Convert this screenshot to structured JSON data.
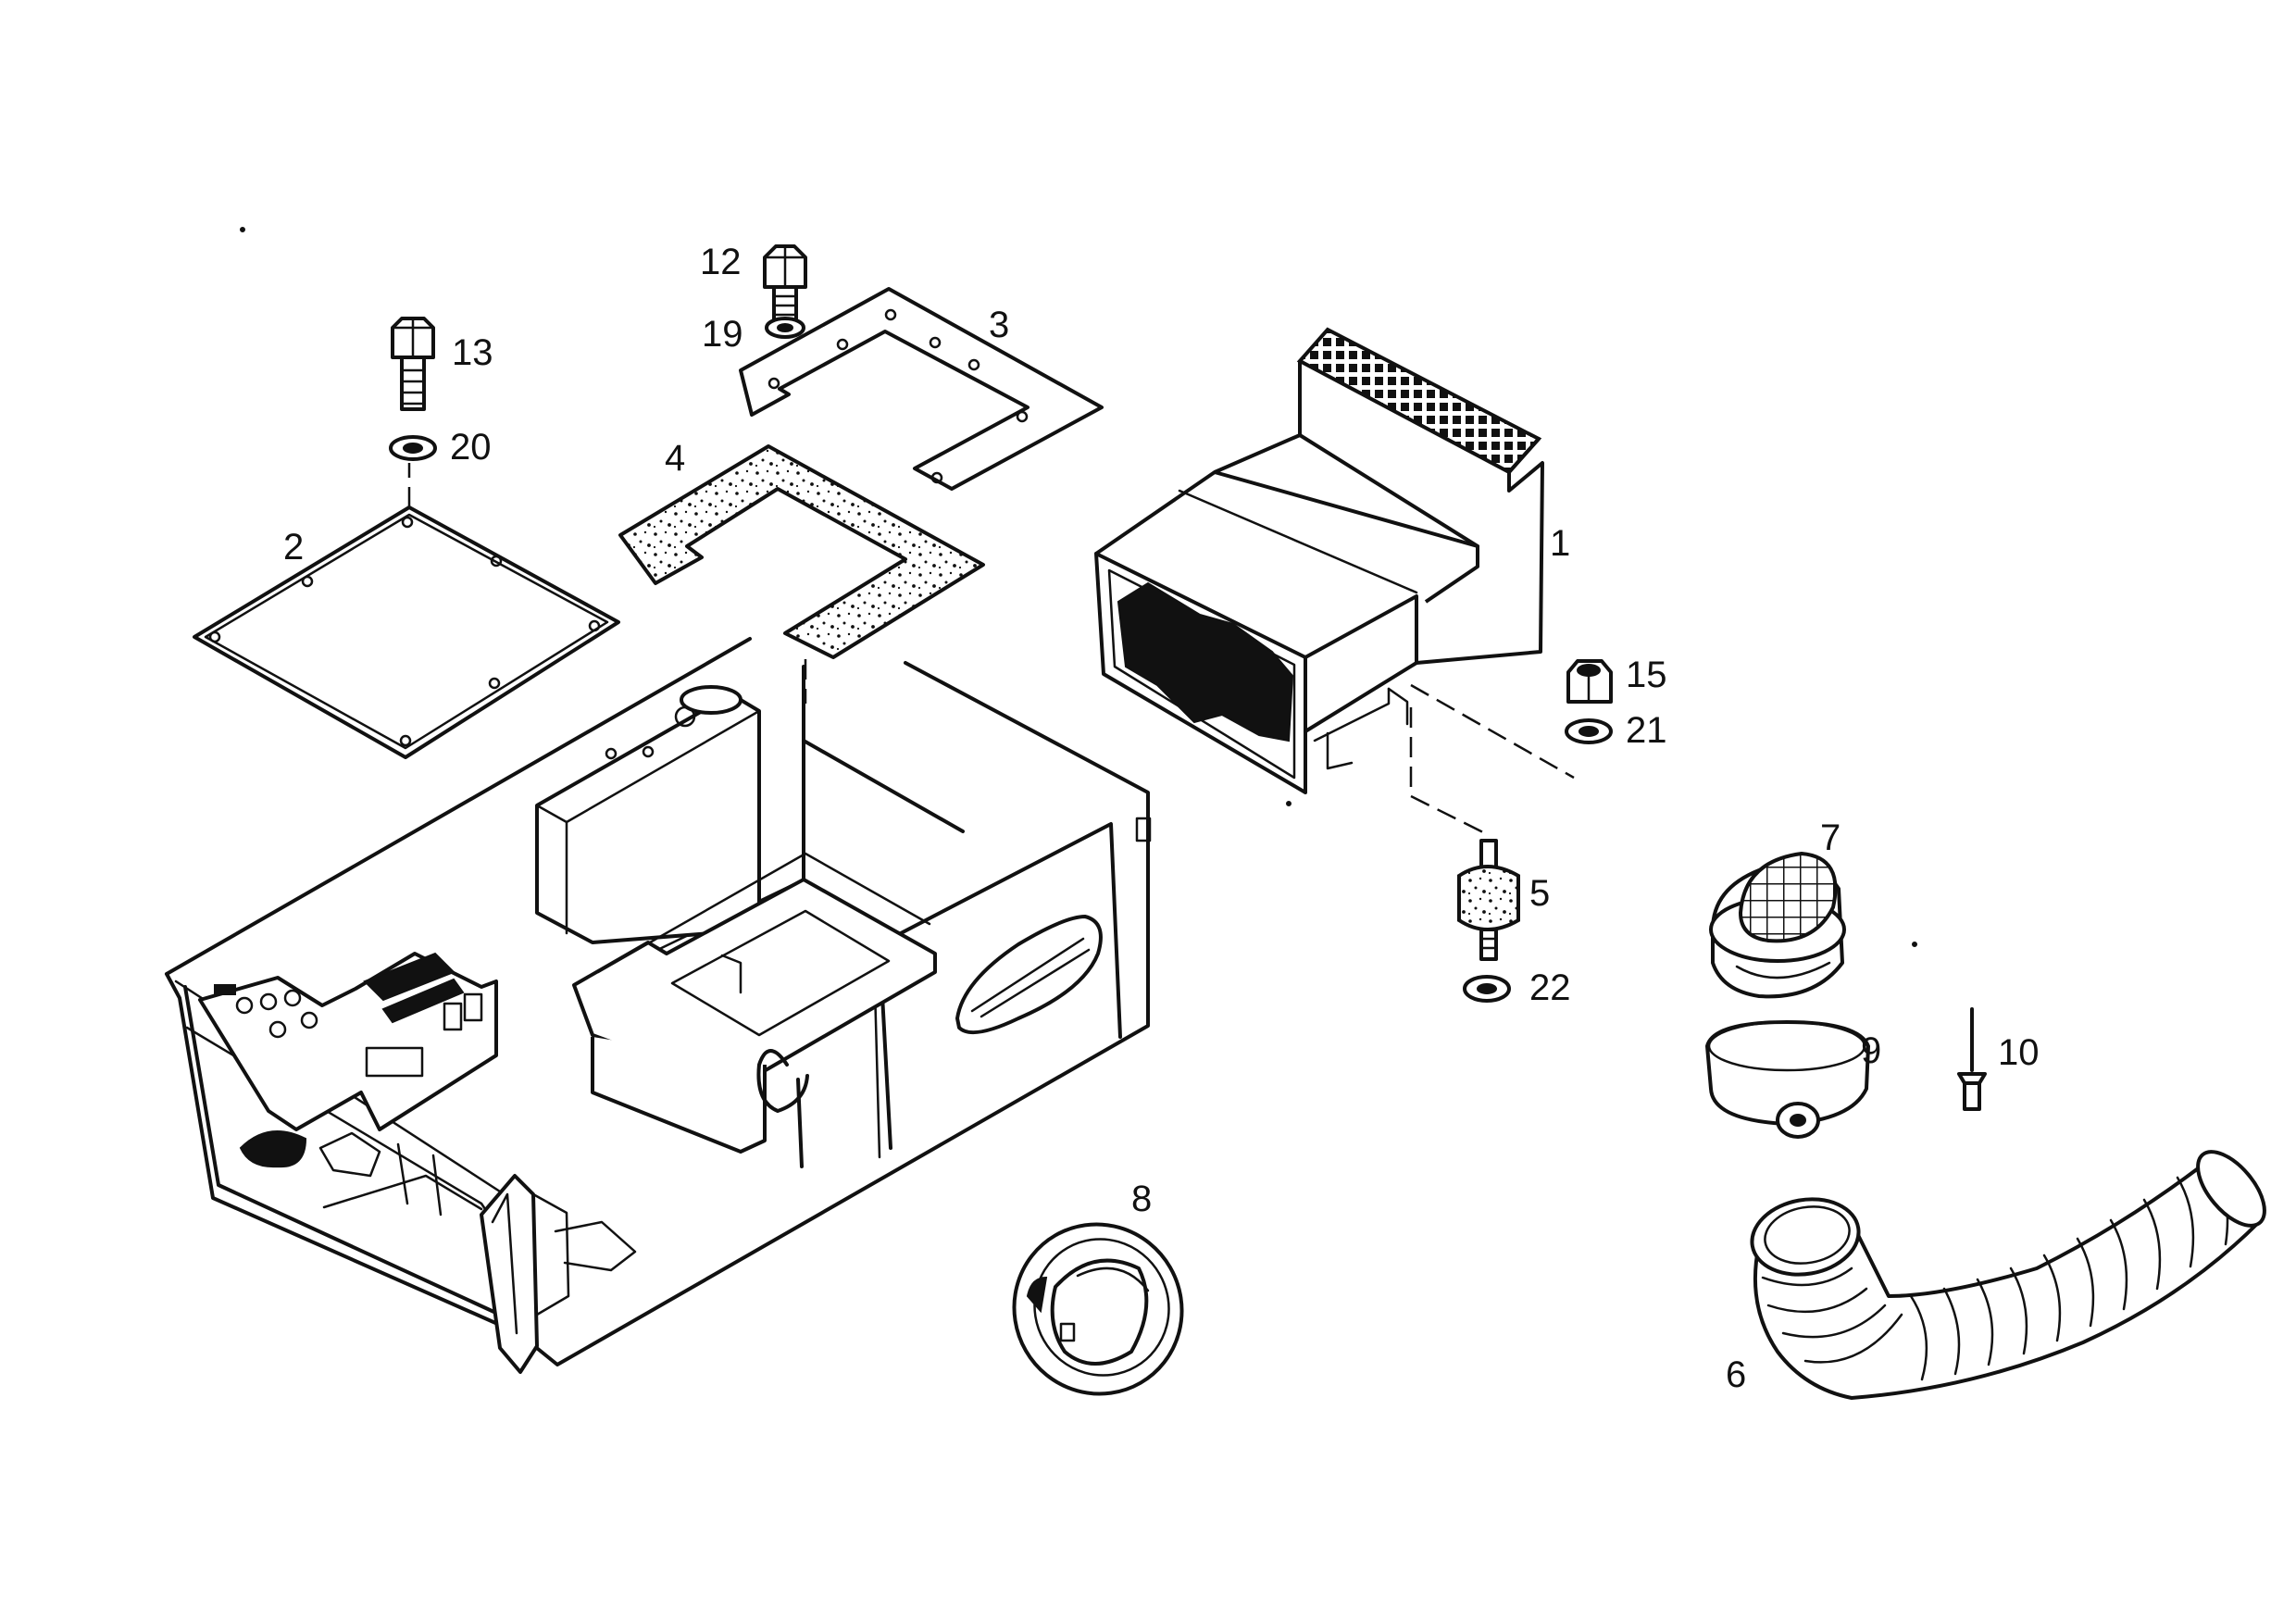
{
  "parts": {
    "p1": "1",
    "p2": "2",
    "p3": "3",
    "p4": "4",
    "p5": "5",
    "p6": "6",
    "p7": "7",
    "p8": "8",
    "p9": "9",
    "p10": "10",
    "p12": "12",
    "p13": "13",
    "p15": "15",
    "p19": "19",
    "p20": "20",
    "p21": "21",
    "p22": "22"
  },
  "icons": {
    "bolt": "bolt-icon",
    "washer": "washer-icon",
    "nut": "nut-icon",
    "vibration_damper": "rubber-mount-icon",
    "hose": "flexible-hose-icon"
  }
}
